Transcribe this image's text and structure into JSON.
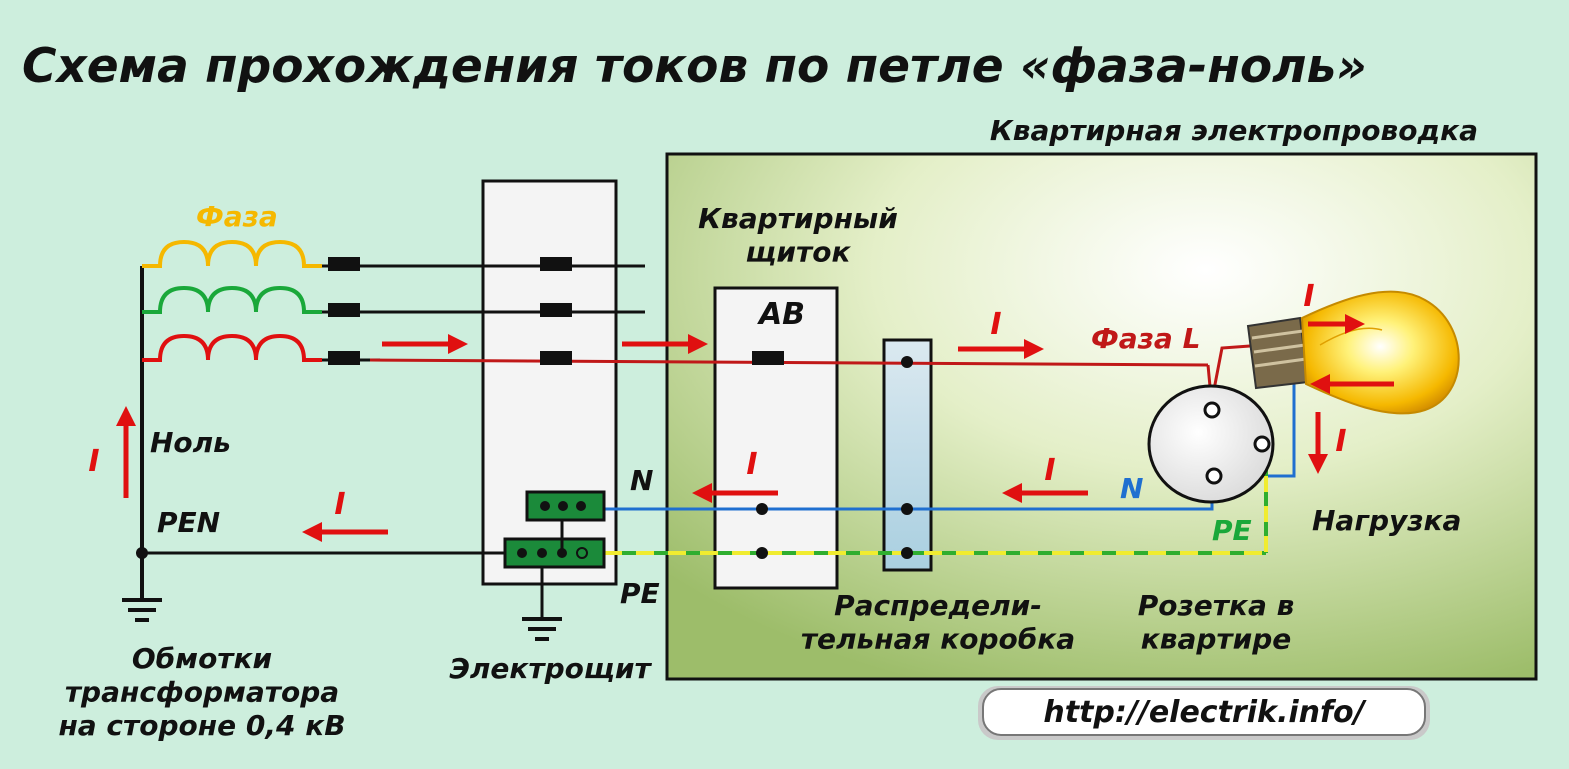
{
  "title": "Схема прохождения токов по петле «фаза-ноль»",
  "apartment_label": "Квартирная электропроводка",
  "url": "http://electrik.info/",
  "labels": {
    "faza": "Фаза",
    "nol": "Ноль",
    "pen": "PEN",
    "n_left": "N",
    "pe_left": "PE",
    "panel": "Квартирный\nщиток",
    "breaker": "АВ",
    "phase_l": "Фаза L",
    "n_right": "N",
    "pe_right": "PE",
    "load": "Нагрузка",
    "transformer": "Обмотки\nтрансформатора\nна стороне 0,4 кВ",
    "switchboard": "Электрощит",
    "junction": "Распредели-\nтельная коробка",
    "socket": "Розетка в\nквартире"
  },
  "current_symbol": "I",
  "colors": {
    "background": "#cdeedd",
    "phase_yellow": "#f5b800",
    "phase_green": "#1aa83a",
    "phase_red": "#e01010",
    "neutral_blue": "#1f6fd0",
    "pe_green": "#2fae2f",
    "pe_yellow": "#f0ec30",
    "arrow_red": "#e01010",
    "terminal_green": "#1b8a3a",
    "label_green": "#1aa83a",
    "label_blue": "#1f6fd0",
    "label_faza": "#f5b800"
  },
  "icons": [
    "ground-icon",
    "light-bulb-icon",
    "socket-icon",
    "arrow-icon",
    "inductor-coil-icon"
  ]
}
